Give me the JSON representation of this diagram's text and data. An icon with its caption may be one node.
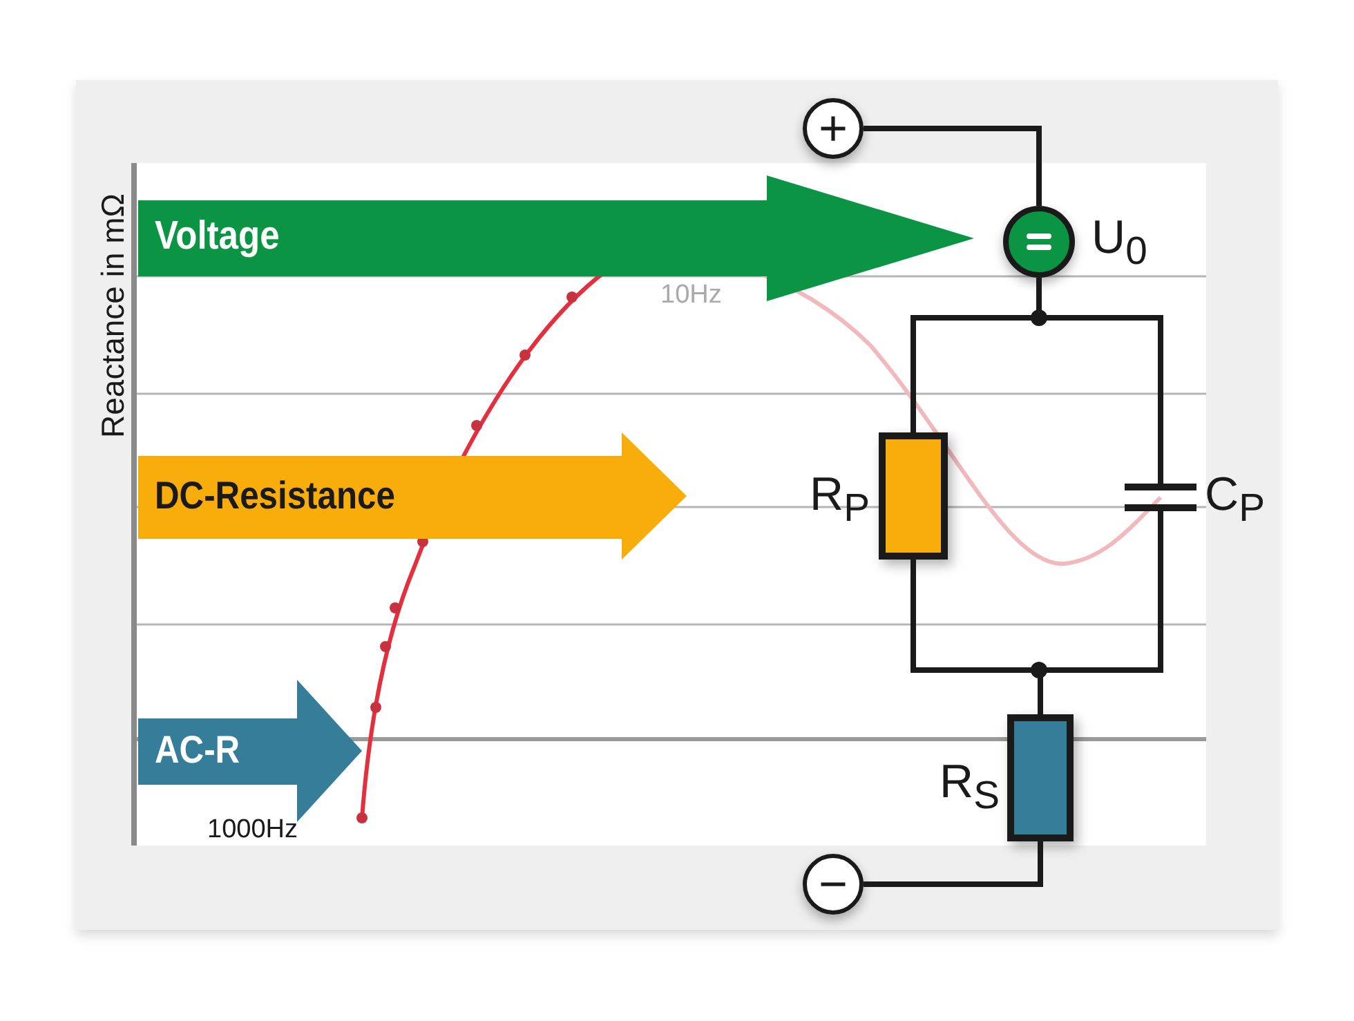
{
  "diagram": {
    "nodes": [
      {
        "text": [
          "+"
        ]
      },
      {
        "text": [
          "Voltage"
        ]
      },
      {
        "text": [],
        "shape": "circle",
        "beside": [
          "U$_{0}$"
        ]
      },
      {
        "text": [
          "DC-Resistance"
        ]
      },
      {
        "text": [],
        "shape": "box",
        "beside": [
          "R$_{P}$"
        ]
      },
      {
        "text": [],
        "shape": "capacitor",
        "beside": [
          "C$_{P}$"
        ]
      },
      {
        "text": [
          "AC-R"
        ]
      },
      {
        "text": [],
        "shape": "box",
        "beside": [
          "R$_{S}$"
        ]
      },
      {
        "text": [
          "−"
        ]
      }
    ],
    "edges": [
      {
        "from": 0,
        "to": 2,
        "arrow": "none"
      },
      {
        "from": 2,
        "to": 4,
        "arrow": "none"
      },
      {
        "from": 2,
        "to": 5,
        "arrow": "none"
      },
      {
        "from": 4,
        "to": 7,
        "arrow": "none"
      },
      {
        "from": 5,
        "to": 7,
        "arrow": "none"
      },
      {
        "from": 7,
        "to": 8,
        "arrow": "none"
      }
    ],
    "labels": [
      "Reactance in mΩ",
      "10Hz",
      "1000Hz"
    ]
  }
}
